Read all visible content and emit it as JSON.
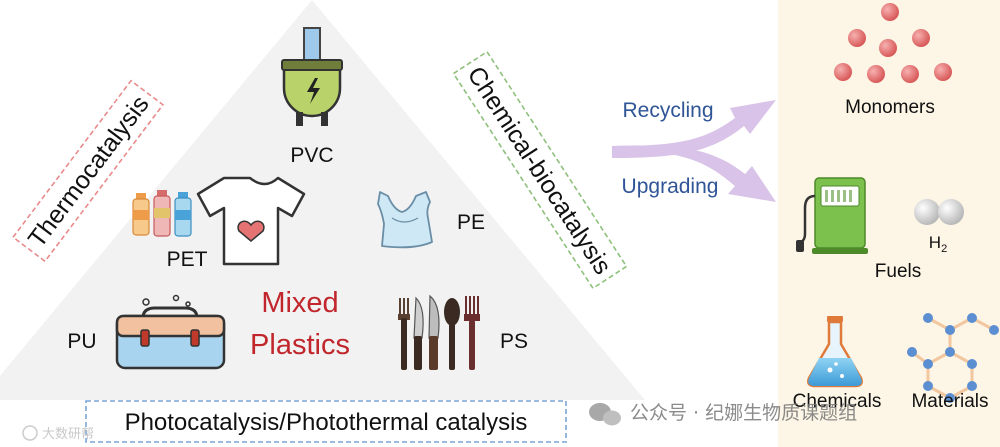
{
  "triangle": {
    "center_title_line1": "Mixed",
    "center_title_line2": "Plastics",
    "left_side_label": "Thermocatalysis",
    "right_side_label": "Chemical-biocatalysis",
    "bottom_label": "Photocatalysis/Photothermal catalysis",
    "plastics": {
      "pvc": "PVC",
      "pet": "PET",
      "pe": "PE",
      "pu": "PU",
      "ps": "PS"
    }
  },
  "arrows": {
    "upper_label": "Recycling",
    "lower_label": "Upgrading"
  },
  "products": {
    "monomers": "Monomers",
    "fuels": "Fuels",
    "h2_base": "H",
    "h2_sub": "2",
    "chemicals": "Chemicals",
    "materials": "Materials"
  },
  "watermark": {
    "text": "公众号 · 纪娜生物质课题组",
    "corner": "大数研帮"
  },
  "colors": {
    "center_title": "#c0262c",
    "arrow_text": "#2f5597",
    "arrow_fill": "#d9c3e8",
    "left_box": "#e88a8a",
    "right_box": "#8ec07c",
    "bottom_box": "#7aa6d6",
    "triangle_fill": "#f2f2f2",
    "panel_fill": "#fdf6e6",
    "sphere": "#e06a6a"
  },
  "icons": {
    "plug": "plug-icon",
    "shirt": "tshirt-icon",
    "bottles": "bottles-icon",
    "bag": "plastic-bag-icon",
    "lunchbox": "lunchbox-icon",
    "cutlery": "cutlery-icon",
    "fuel_pump": "fuel-pump-icon",
    "h2_molecule": "h2-molecule-icon",
    "flask": "flask-icon",
    "network": "molecular-network-icon",
    "wechat": "wechat-icon"
  }
}
